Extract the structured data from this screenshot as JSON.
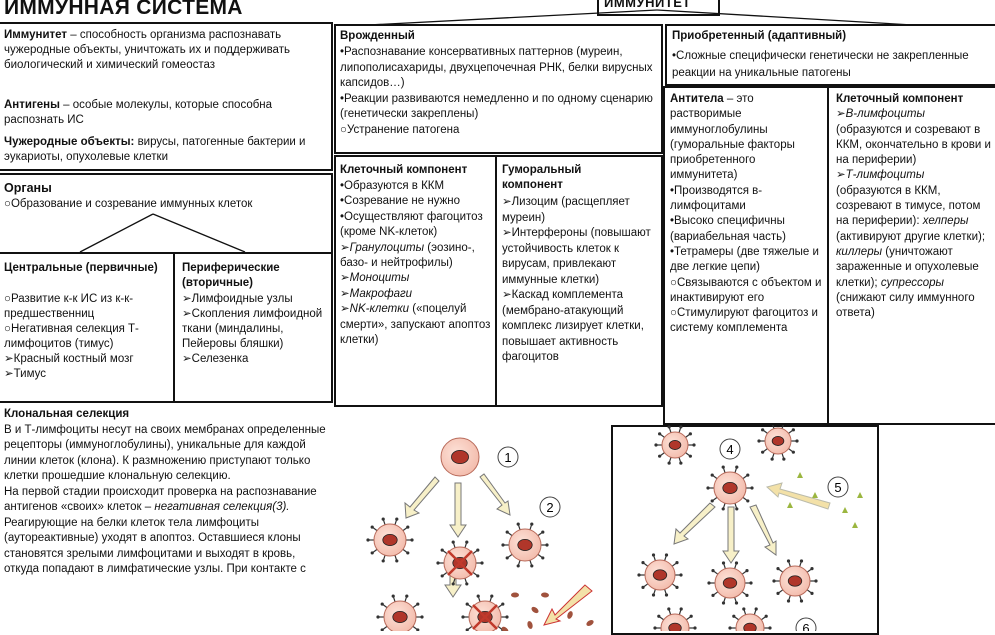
{
  "header": {
    "title": "ИММУННАЯ СИСТЕМА",
    "center_title": "ИММУНИТЕТ"
  },
  "definitions": {
    "immunity_term": "Иммунитет",
    "immunity_text": " – способность организма распознавать чужеродные объекты, уничтожать их и поддерживать биологический и химический гомеостаз",
    "antigens_term": "Антигены",
    "antigens_text": " – особые молекулы, которые способна распознать ИС",
    "foreign_term": "Чужеродные объекты:",
    "foreign_text": " вирусы, патогенные бактерии и эукариоты, опухолевые клетки"
  },
  "organs": {
    "title": "Органы",
    "text": "○Образование и созревание иммунных клеток",
    "central_title": "Центральные (первичные)",
    "central_items": [
      "○Развитие к-к ИС из к-к-предшественниц",
      "○Негативная селекция Т-лимфоцитов (тимус)",
      "➢Красный костный мозг",
      "➢Тимус"
    ],
    "peripheral_title": "Периферические (вторичные)",
    "peripheral_items": [
      "➢Лимфоидные узлы",
      "➢Скопления лимфоидной ткани (миндалины, Пейеровы бляшки)",
      "➢Селезенка"
    ]
  },
  "clonal": {
    "title": "Клональная селекция",
    "p1": "В и Т-лимфоциты несут на своих мембранах определенные рецепторы (иммуноглобулины), уникальные для каждой линии клеток (клона). К размножению приступают только клетки прошедшие клональную селекцию.",
    "p2a": "На первой стадии происходит проверка на распознавание антигенов «своих» клеток –",
    "p2b": "негативная селекция(3).",
    "p2c": " Реагирующие на белки клеток тела лимфоциты (аутореактивные) уходят в апоптоз. Оставшиеся клоны становятся зрелыми лимфоцитами и выходят в кровь, откуда попадают в лимфатические узлы. При контакте с"
  },
  "innate": {
    "title": "Врожденный",
    "items": [
      "•Распознавание консервативных паттернов (муреин, липополисахариды, двухцепочечная РНК, белки вирусных капсидов…)",
      "•Реакции развиваются немедленно и по одному сценарию (генетически закреплены)",
      "○Устранение патогена"
    ],
    "cell_title": "Клеточный компонент",
    "cell_items_plain": [
      "•Образуются в ККМ",
      "•Созревание не нужно",
      "•Осуществляют фагоцитоз (кроме NK-клеток)"
    ],
    "cell_items_italic": [
      "Гранулоциты",
      "Моноциты",
      "Макрофаги",
      "NK-клетки"
    ],
    "granulocytes_note": "(эозино-, базо- и нейтрофилы)",
    "nk_note": " («поцелуй смерти», запускают апоптоз клетки)",
    "humoral_title": "Гуморальный компонент",
    "humoral_items": [
      "➢Лизоцим (расщепляет муреин)",
      "➢Интерфероны (повышают устойчивость клеток к вирусам, привлекают иммунные клетки)",
      "➢Каскад комплемента (мембрано-атакующий комплекс лизирует клетки, повышает активность фагоцитов"
    ]
  },
  "acquired": {
    "title": "Приобретенный (адаптивный)",
    "items": [
      "•Сложные специфически генетически не закрепленные реакции на уникальные патогены"
    ],
    "antibody_term": "Антитела",
    "antibody_intro": " – это растворимые иммуноглобулины (гуморальные факторы приобретенного иммунитета)",
    "antibody_items": [
      "•Производятся в-лимфоцитами",
      "•Высоко специфичны (вариабельная часть)",
      "•Тетрамеры (две тяжелые и две легкие цепи)",
      "○Связываются с объектом и инактивируют его",
      "○Стимулируют фагоцитоз и систему комплемента"
    ],
    "cell_title": "Клеточный компонент",
    "b_title": "В-лимфоциты",
    "b_text": "(образуются и созревают в ККМ, окончательно в крови и на периферии)",
    "t_title": "Т-лимфоциты",
    "t_text": "(образуются в ККМ, созревают в тимусе, потом на периферии):",
    "helpers": "хелперы",
    "helpers_text": " (активируют другие клетки);",
    "killers": "киллеры",
    "killers_text": " (уничтожают зараженные и опухолевые клетки);",
    "suppressors": "супрессоры",
    "suppressors_text": " (снижают силу иммунного ответа)"
  },
  "figure": {
    "labels": [
      "1",
      "2",
      "4",
      "5",
      "6"
    ],
    "cell_color": "#f2b8a8",
    "nucleus_color": "#b0362a",
    "arrow_color": "#f3e7b0"
  }
}
